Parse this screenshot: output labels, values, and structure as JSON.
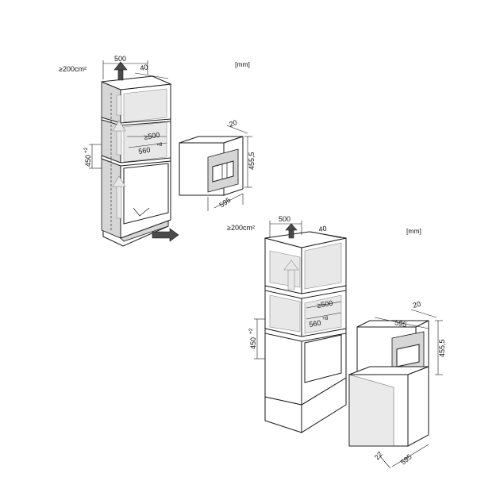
{
  "top_diagram": {
    "unit": "[mm]",
    "vent_area": "≥200cm²",
    "dim_cabinet_width": "500",
    "dim_top_depth": "40",
    "dim_niche_depth": "≥500",
    "dim_niche_width": "560",
    "dim_niche_width_tol": "+8",
    "dim_niche_height": "450",
    "dim_niche_height_tol": "+2",
    "appliance_depth": "20",
    "appliance_height": "455,5",
    "appliance_width": "595"
  },
  "bottom_diagram": {
    "unit": "[mm]",
    "vent_area": "≥200cm²",
    "dim_cabinet_width": "500",
    "dim_top_depth": "40",
    "dim_niche_depth": "≥500",
    "dim_niche_width": "560",
    "dim_niche_width_tol": "+8",
    "dim_niche_height": "450",
    "dim_niche_height_tol": "+2",
    "appliance_depth": "20",
    "appliance_width": "595",
    "appliance_height": "455,5",
    "base_depth": "22",
    "base_width": "595"
  }
}
